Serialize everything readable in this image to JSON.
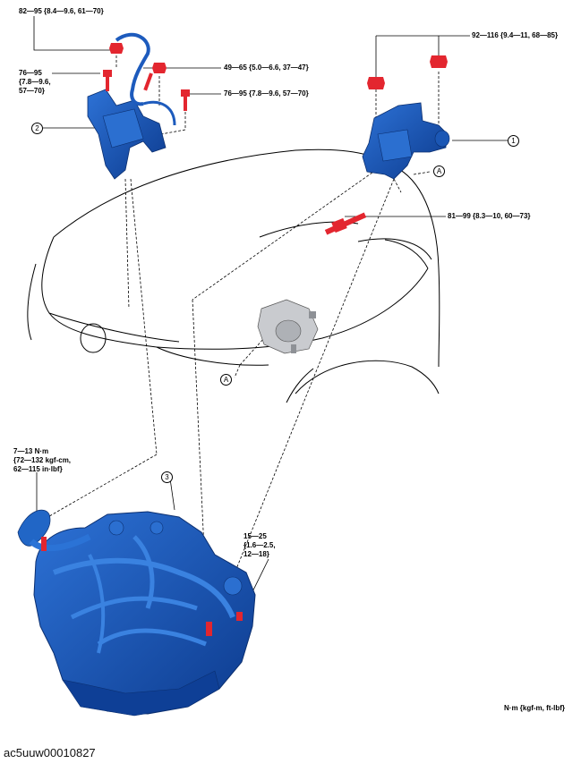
{
  "torque_labels": {
    "t_82_95": "82—95 {8.4—9.6, 61—70}",
    "t_76_95_left": "76—95\n{7.8—9.6,\n57—70}",
    "t_49_65": "49—65 {5.0—6.6, 37—47}",
    "t_76_95_right": "76—95 {7.8—9.6, 57—70}",
    "t_92_116": "92—116 {9.4—11, 68—85}",
    "t_81_99": "81—99 {8.3—10, 60—73}",
    "t_7_13": "7—13 N·m\n{72—132 kgf-cm,\n62—115 in·lbf}",
    "t_15_25": "15—25\n{1.6—2.5,\n12—18}"
  },
  "callouts": {
    "c1": "1",
    "c2": "2",
    "c3": "3",
    "ref_a_top": "A",
    "ref_a_bottom": "A"
  },
  "units_label": "N·m {kgf-m, ft-lbf}",
  "figure_id": "ac5uuw00010827",
  "colors": {
    "part_blue": "#1f5fbf",
    "part_dark": "#0f3f95",
    "bolt_red": "#e3262f",
    "line": "#000000"
  }
}
